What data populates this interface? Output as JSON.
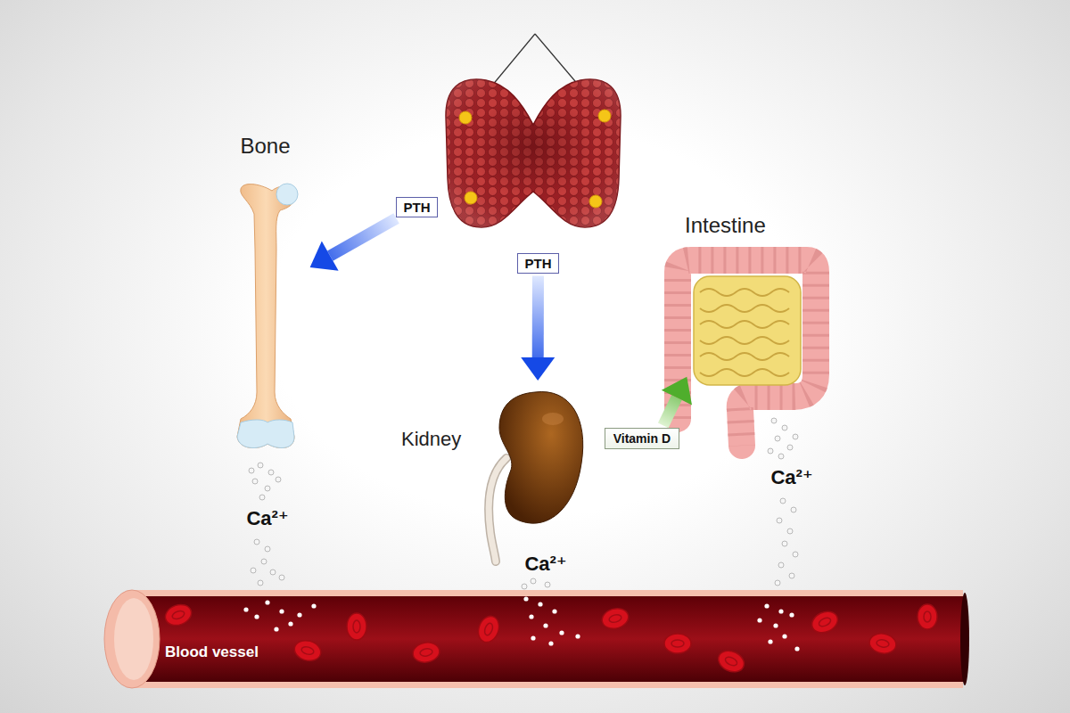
{
  "diagram": {
    "nodes": [
      {
        "text": [
          "Bone"
        ]
      },
      {
        "text": [
          "PTH"
        ]
      },
      {
        "text": [
          "Intestine"
        ]
      },
      {
        "text": [
          "PTH"
        ]
      },
      {
        "text": [
          "Kidney"
        ]
      },
      {
        "text": [
          "Vitamin D"
        ]
      },
      {
        "text": [
          "Blood vessel"
        ]
      }
    ],
    "edges": [
      {
        "from": 1,
        "to": 0,
        "arrow": "to"
      },
      {
        "from": 3,
        "to": 4,
        "arrow": "to"
      },
      {
        "from": 5,
        "to": 2,
        "arrow": "to"
      }
    ],
    "labels": [
      "Ca²⁺",
      "Ca²⁺",
      "Ca²⁺"
    ]
  }
}
